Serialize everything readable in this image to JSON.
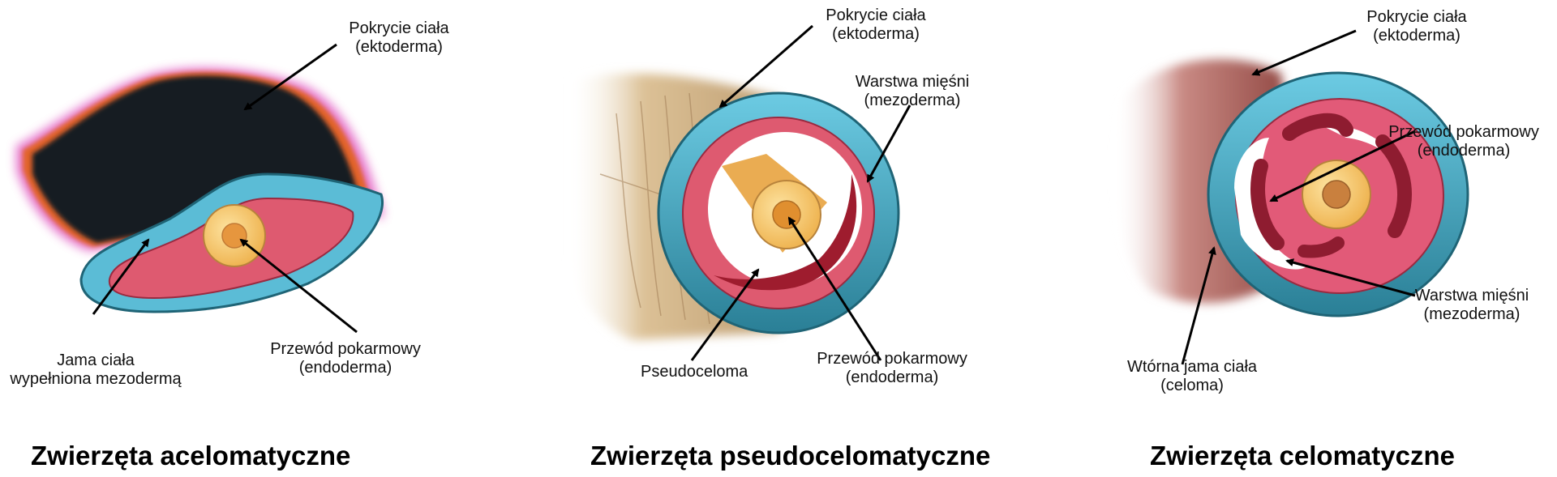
{
  "panels": [
    {
      "id": "acelomatic",
      "title": "Zwierzęta acelomatyczne",
      "labels": {
        "ectoderm": {
          "line1": "Pokrycie ciała",
          "line2": "(ektoderma)"
        },
        "body_cavity": {
          "line1": "Jama ciała",
          "line2": "wypełniona mezodermą"
        },
        "gut": {
          "line1": "Przewód pokarmowy",
          "line2": "(endoderma)"
        }
      }
    },
    {
      "id": "pseudocelomatic",
      "title": "Zwierzęta pseudocelomatyczne",
      "labels": {
        "ectoderm": {
          "line1": "Pokrycie ciała",
          "line2": "(ektoderma)"
        },
        "muscle": {
          "line1": "Warstwa mięśni",
          "line2": "(mezoderma)"
        },
        "pseudocoelom": {
          "line1": "Pseudoceloma"
        },
        "gut": {
          "line1": "Przewód pokarmowy",
          "line2": "(endoderma)"
        }
      }
    },
    {
      "id": "celomatic",
      "title": "Zwierzęta celomatyczne",
      "labels": {
        "ectoderm": {
          "line1": "Pokrycie ciała",
          "line2": "(ektoderma)"
        },
        "gut": {
          "line1": "Przewód pokarmowy",
          "line2": "(endoderma)"
        },
        "muscle": {
          "line1": "Warstwa mięśni",
          "line2": "(mezoderma)"
        },
        "coelom": {
          "line1": "Wtórna jama ciała",
          "line2": "(celoma)"
        }
      }
    }
  ],
  "colors": {
    "ectoderm_blue": "#5bbcd6",
    "ectoderm_blue_dark": "#2a7f96",
    "mesoderm_red": "#de5a70",
    "mesoderm_dark": "#8e1c30",
    "endoderm_yellow": "#f6cf78",
    "endoderm_core": "#e6963e",
    "acoel_body": "#141a22",
    "pseudo_body": "#d8b88a",
    "coel_body": "#a85a56"
  }
}
